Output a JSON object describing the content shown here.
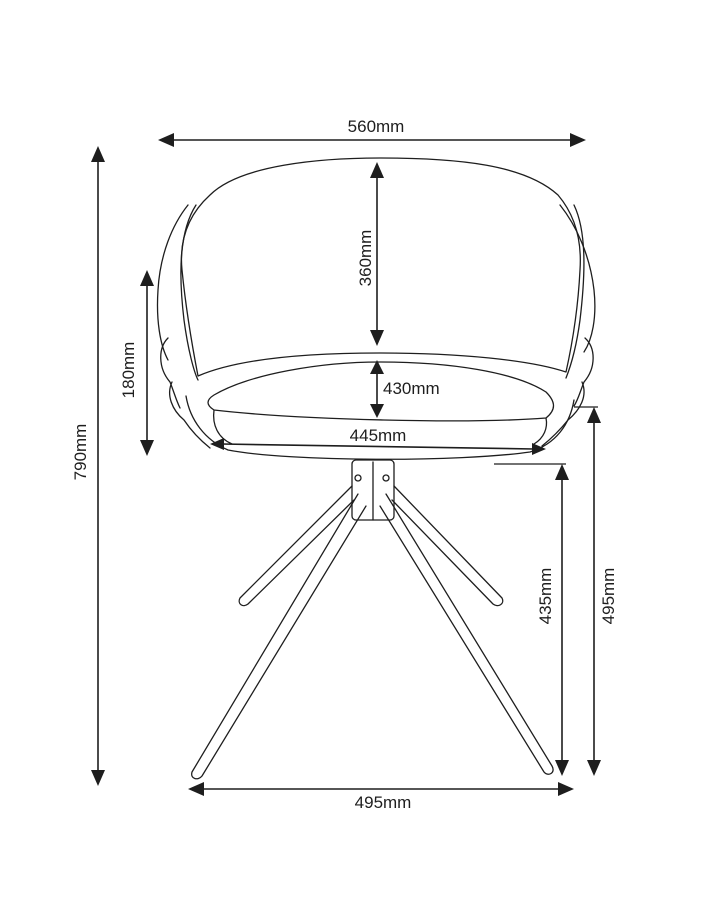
{
  "dimensions": {
    "overall_width": "560mm",
    "backrest_height": "360mm",
    "armrest_height": "180mm",
    "overall_height": "790mm",
    "seat_depth": "430mm",
    "seat_width": "445mm",
    "seat_height": "435mm",
    "armrest_floor_height": "495mm",
    "base_width": "495mm"
  },
  "colors": {
    "line": "#1e1e1e",
    "background": "#ffffff"
  }
}
